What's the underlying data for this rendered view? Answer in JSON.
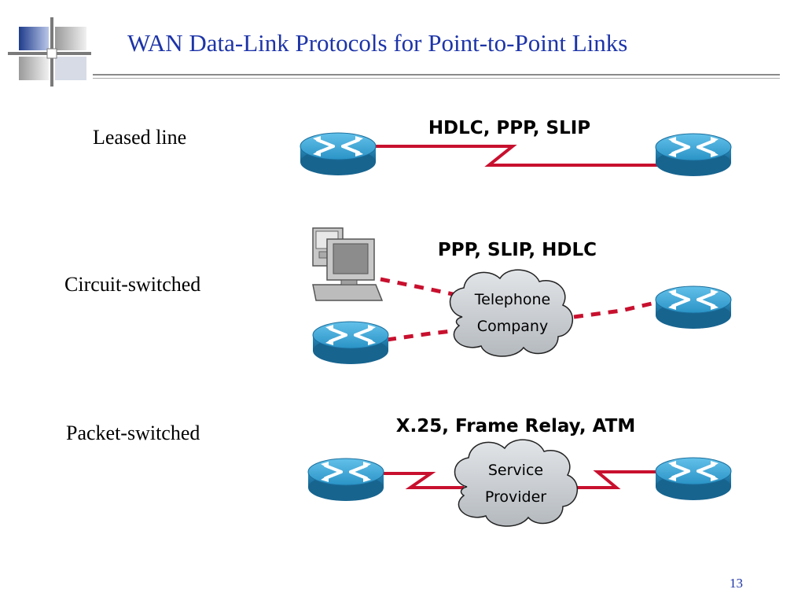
{
  "slide": {
    "title": "WAN Data-Link Protocols for Point-to-Point Links",
    "page_number": "13"
  },
  "rows": {
    "leased": {
      "label": "Leased line",
      "protocols": "HDLC, PPP, SLIP"
    },
    "circuit": {
      "label": "Circuit-switched",
      "protocols": "PPP, SLIP, HDLC",
      "cloud_line1": "Telephone",
      "cloud_line2": "Company"
    },
    "packet": {
      "label": "Packet-switched",
      "protocols": "X.25, Frame Relay, ATM",
      "cloud_line1": "Service",
      "cloud_line2": "Provider"
    }
  },
  "colors": {
    "title": "#1d34a8",
    "link": "#c8102e",
    "router": "#2f9fd0",
    "cloud": "#c9cdd1"
  },
  "icons": [
    "router-icon",
    "workstation-icon",
    "cloud-icon"
  ]
}
